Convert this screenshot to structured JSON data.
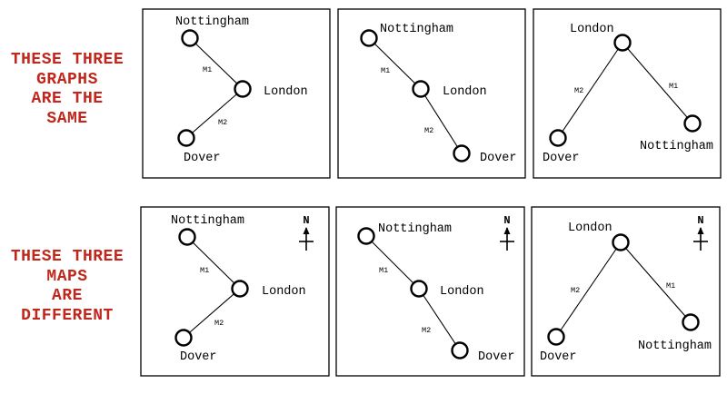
{
  "labels": {
    "graphs": [
      "THESE THREE",
      "GRAPHS",
      "ARE THE",
      "SAME"
    ],
    "maps": [
      "THESE THREE",
      "MAPS",
      "ARE",
      "DIFFERENT"
    ]
  },
  "colors": {
    "label": "#c0281e",
    "ink": "#000000",
    "background": "#ffffff"
  },
  "compass": {
    "letter": "N",
    "icon": "north-arrow-icon"
  },
  "towns": {
    "nottingham": "Nottingham",
    "london": "London",
    "dover": "Dover"
  },
  "roads": [
    {
      "name": "M1",
      "from": "nottingham",
      "to": "london"
    },
    {
      "name": "M2",
      "from": "london",
      "to": "dover"
    }
  ]
}
